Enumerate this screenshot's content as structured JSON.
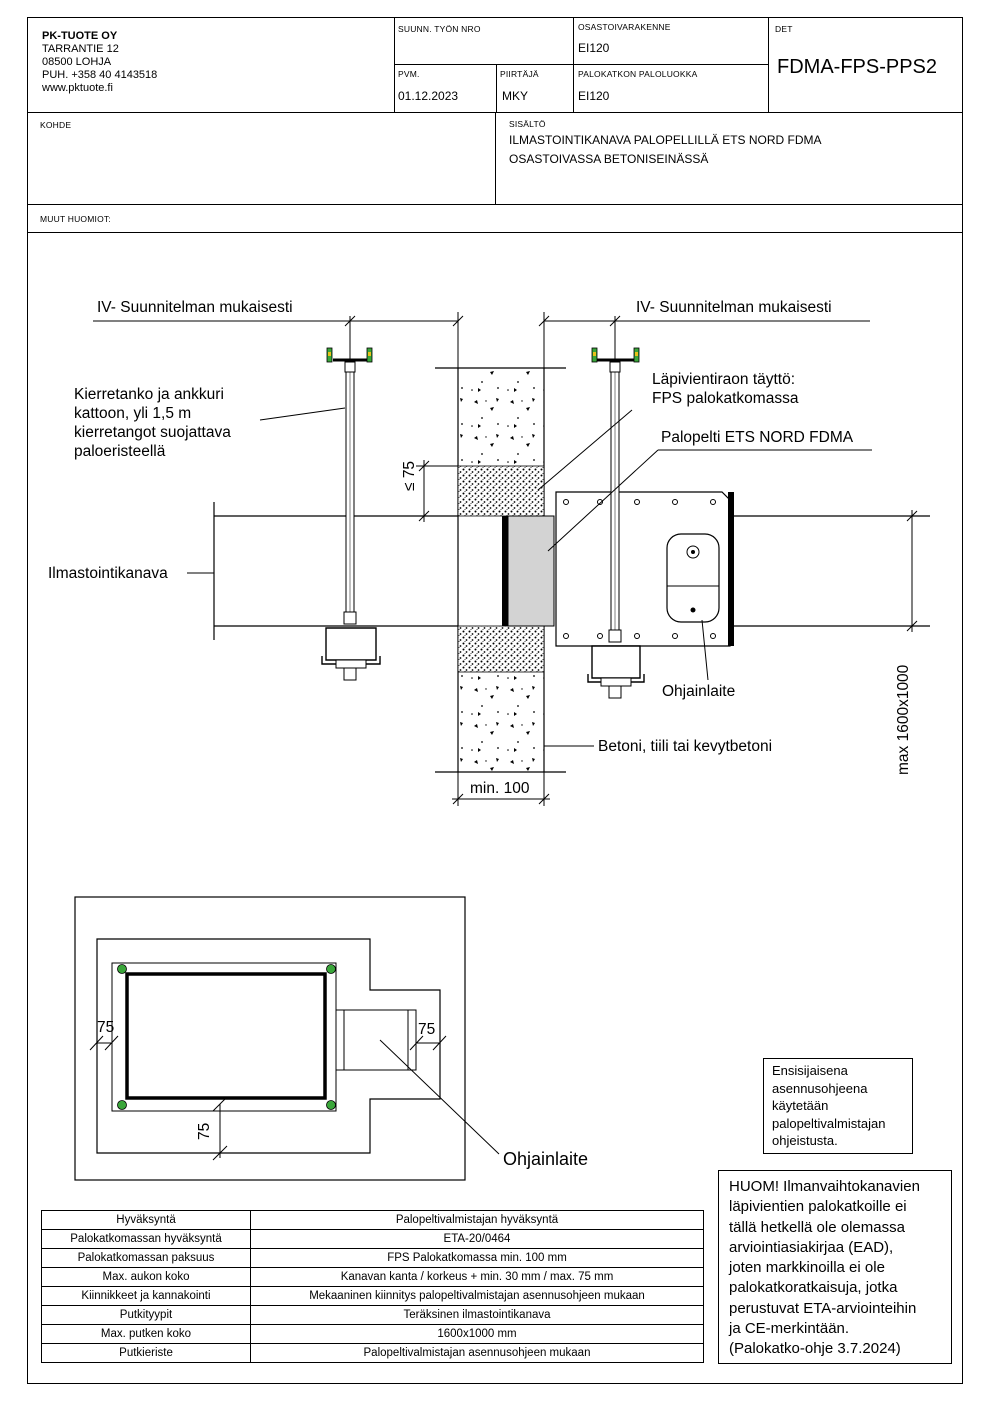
{
  "header": {
    "company": {
      "name": "PK-TUOTE OY",
      "street": "TARRANTIE 12",
      "postal": "08500 LOHJA",
      "phone": "PUH. +358 40 4143518",
      "web": "www.pktuote.fi"
    },
    "job_no_label": "SUUNN. TYÖN NRO",
    "job_no_value": "",
    "compartment_label": "OSASTOIVARAKENNE",
    "compartment_value": "EI120",
    "det_label": "DET",
    "det_value": "FDMA-FPS-PPS2",
    "date_label": "PVM.",
    "date_value": "01.12.2023",
    "drawer_label": "PIIRTÄJÄ",
    "drawer_value": "MKY",
    "fire_class_label": "PALOKATKON PALOLUOKKA",
    "fire_class_value": "EI120",
    "target_label": "KOHDE",
    "target_value": "",
    "content_label": "SISÄLTÖ",
    "content_line1": "ILMASTOINTIKANAVA PALOPELLILLÄ ETS NORD FDMA",
    "content_line2": "OSASTOIVASSA BETONISEINÄSSÄ",
    "other_notes_label": "MUUT HUOMIOT:"
  },
  "drawing": {
    "plan_left": "IV- Suunnitelman mukaisesti",
    "plan_right": "IV- Suunnitelman mukaisesti",
    "threaded_rod_1": "Kierretanko ja ankkuri",
    "threaded_rod_2": "kattoon, yli 1,5 m",
    "threaded_rod_3": "kierretangot suojattava",
    "threaded_rod_4": "paloeristeellä",
    "fill_1": "Läpivientiraon täyttö:",
    "fill_2": "FPS palokatkomassa",
    "damper": "Palopelti ETS NORD FDMA",
    "duct": "Ilmastointikanava",
    "gap_dim": "≤ 75",
    "actuator": "Ohjainlaite",
    "wall": "Betoni, tiili tai kevytbetoni",
    "min_thickness": "min. 100",
    "max_size": "max 1600x1000",
    "plan_dim_left": "75",
    "plan_dim_right": "75",
    "plan_dim_bottom": "75",
    "plan_actuator": "Ohjainlaite"
  },
  "spec_table": [
    {
      "label": "Hyväksyntä",
      "value": "Palopeltivalmistajan hyväksyntä"
    },
    {
      "label": "Palokatkomassan hyväksyntä",
      "value": "ETA-20/0464"
    },
    {
      "label": "Palokatkomassan  paksuus",
      "value": "FPS Palokatkomassa min. 100 mm"
    },
    {
      "label": "Max. aukon koko",
      "value": "Kanavan kanta / korkeus + min. 30 mm / max. 75 mm"
    },
    {
      "label": "Kiinnikkeet ja kannakointi",
      "value": "Mekaaninen kiinnitys palopeltivalmistajan asennusohjeen mukaan"
    },
    {
      "label": "Putkityypit",
      "value": "Teräksinen ilmastointikanava"
    },
    {
      "label": "Max. putken koko",
      "value": "1600x1000 mm"
    },
    {
      "label": "Putkieriste",
      "value": "Palopeltivalmistajan asennusohjeen mukaan"
    }
  ],
  "note_primary": {
    "l1": "Ensisijaisena",
    "l2": "asennusohjeena",
    "l3": "käytetään",
    "l4": "palopeltivalmistajan",
    "l5": "ohjeistusta."
  },
  "note_warning": {
    "l1": "HUOM! Ilmanvaihtokanavien",
    "l2": "läpivientien palokatkoille ei",
    "l3": "tällä hetkellä ole olemassa",
    "l4": "arviointiasiakirjaa (EAD),",
    "l5": "joten markkinoilla ei ole",
    "l6": "palokatkoratkaisuja, jotka",
    "l7": "perustuvat ETA-arviointeihin",
    "l8": "ja CE-merkintään.",
    "l9": "(Palokatko-ohje 3.7.2024)"
  },
  "colors": {
    "anchor_green": "#3aa63a",
    "anchor_yellow": "#e8c21a",
    "fill_grey": "#d3d3d3"
  }
}
